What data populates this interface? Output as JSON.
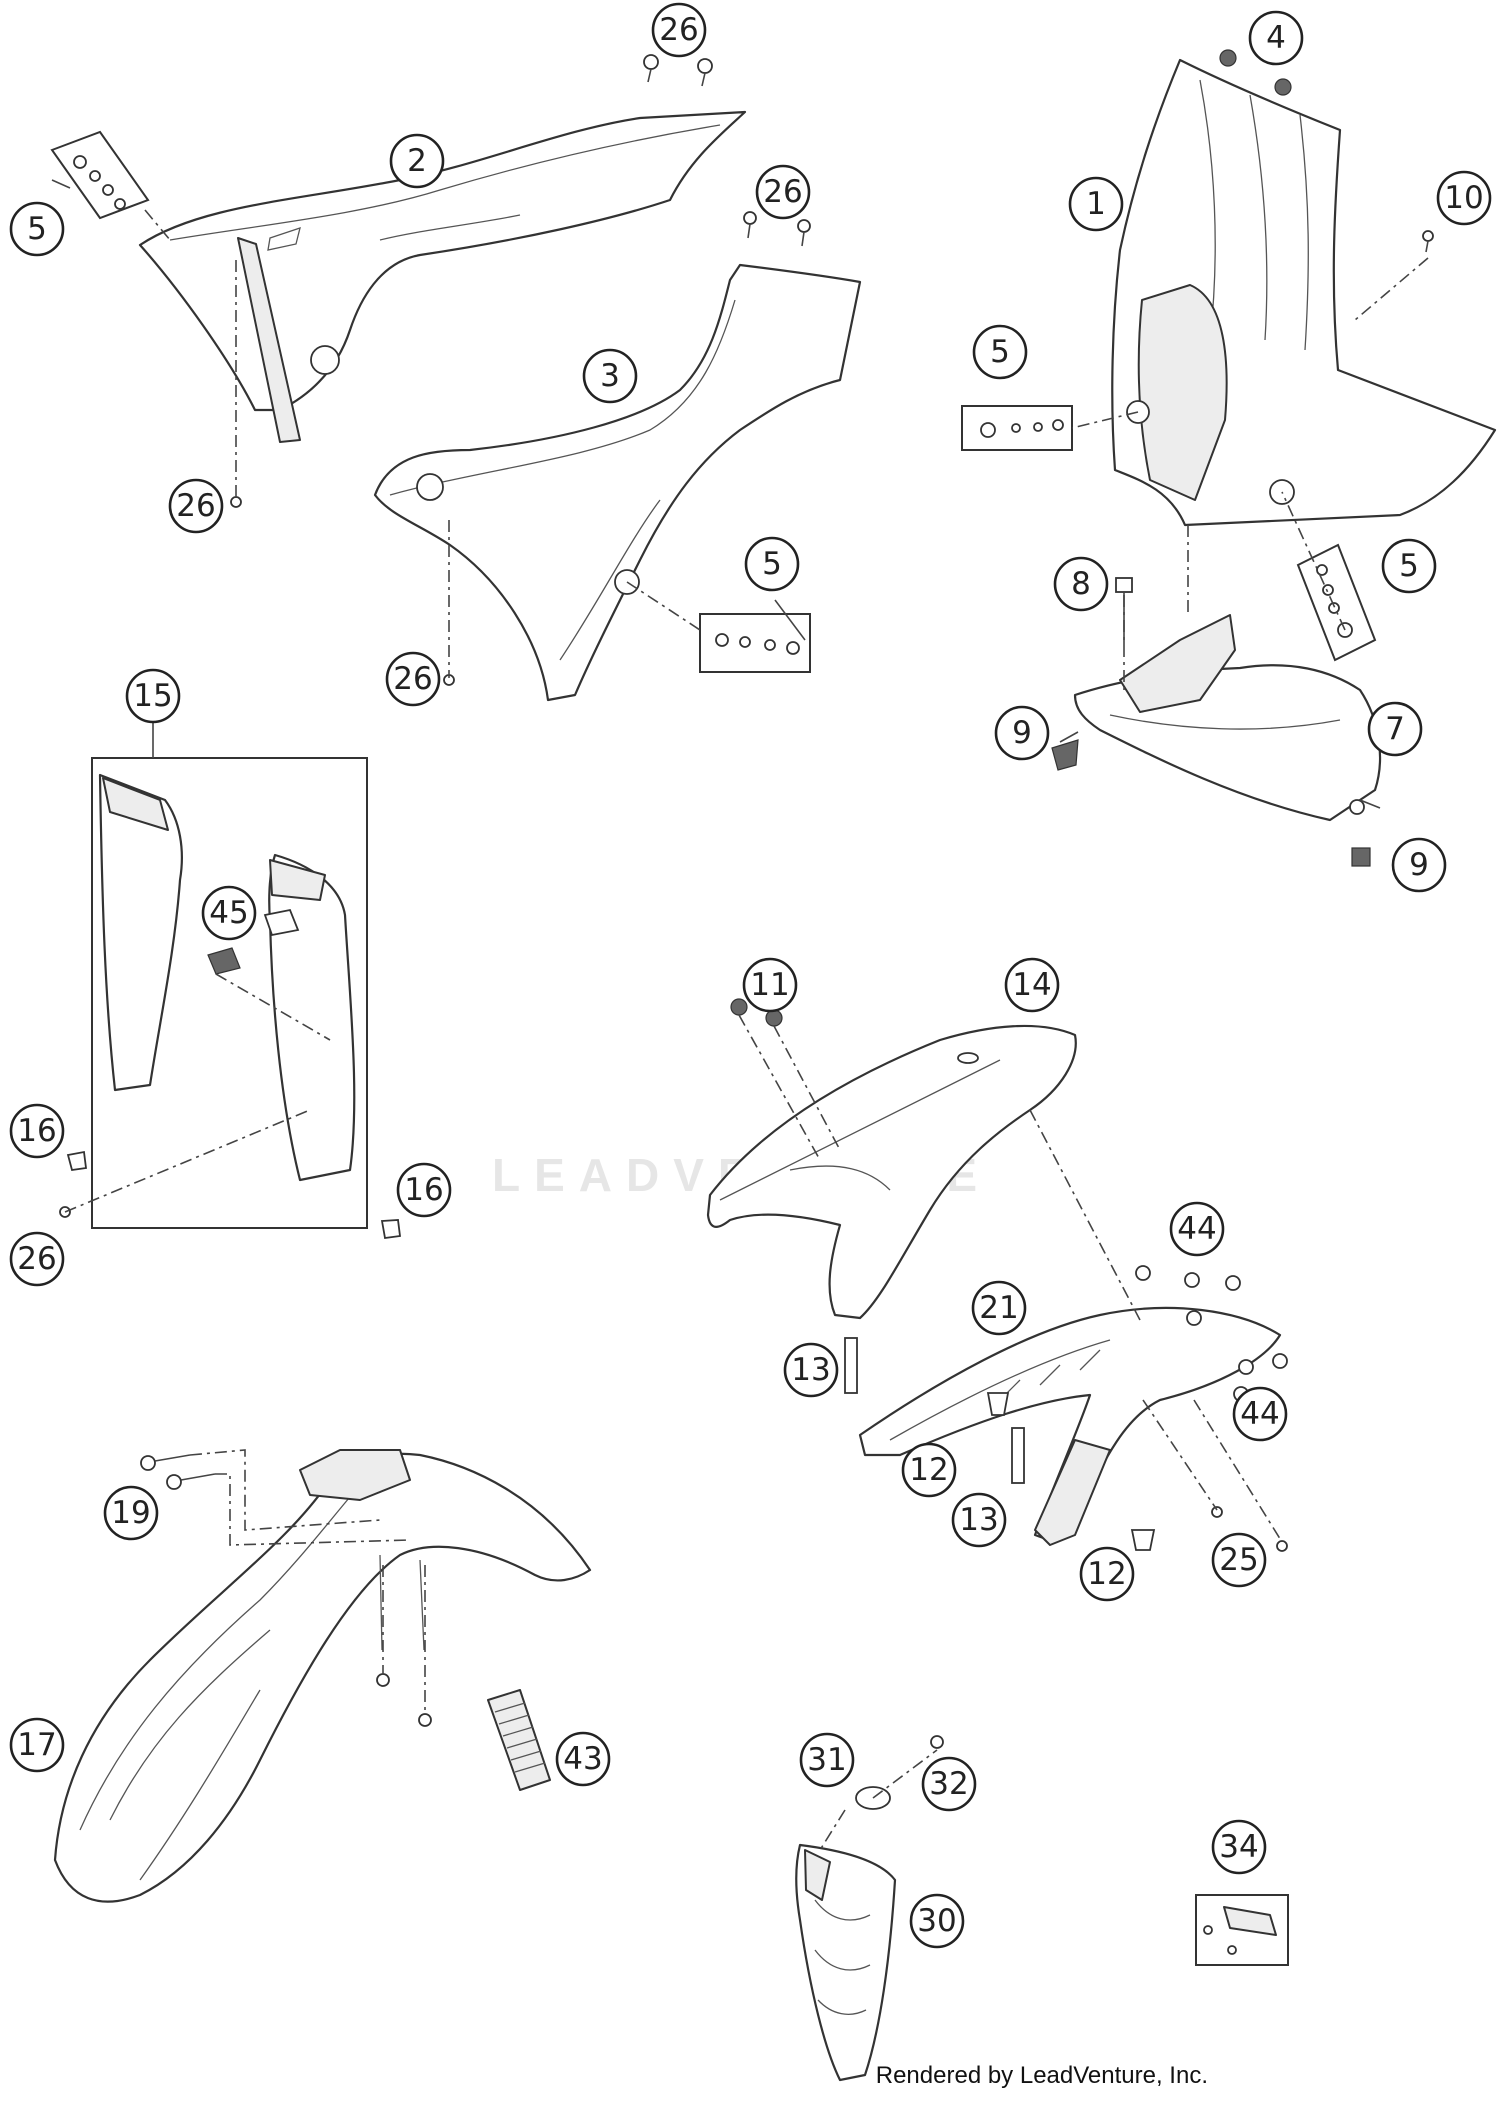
{
  "callouts": [
    "1",
    "2",
    "3",
    "4",
    "5",
    "7",
    "8",
    "9",
    "10",
    "11",
    "12",
    "13",
    "14",
    "15",
    "16",
    "17",
    "19",
    "21",
    "25",
    "26",
    "30",
    "31",
    "32",
    "34",
    "43",
    "44",
    "45"
  ],
  "watermark": "LEADVENTURE",
  "footer": "Rendered by LeadVenture, Inc.",
  "colors": {
    "line": "#333333",
    "watermark": "#e6e6e6"
  }
}
